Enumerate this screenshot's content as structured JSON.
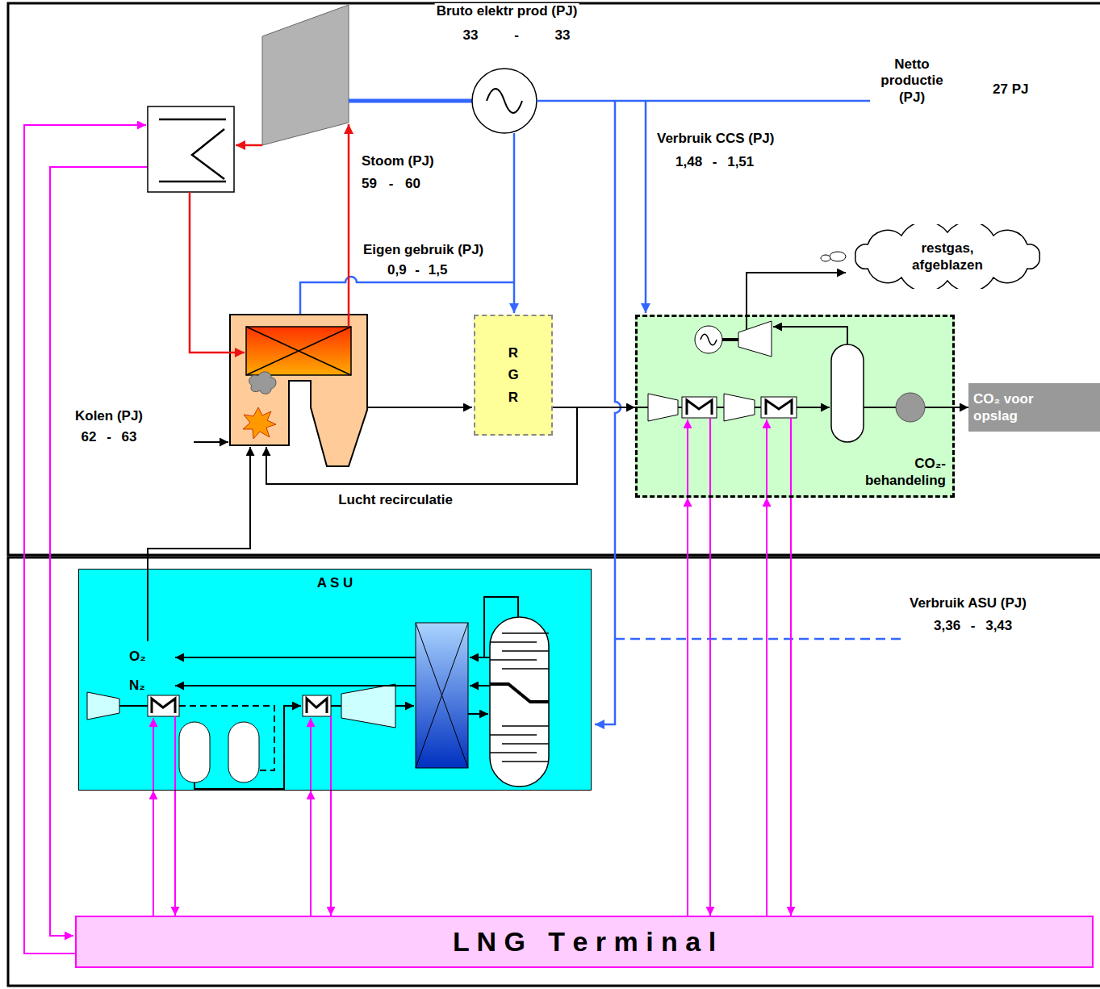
{
  "diagram": {
    "nodes": [
      {
        "text": [
          "R G R"
        ]
      },
      {
        "text": [
          "restgas, afgeblazen"
        ]
      },
      {
        "text": [
          "CO₂-behandeling"
        ]
      },
      {
        "text": [
          "CO₂ voor opslag"
        ]
      },
      {
        "text": [
          "A S U"
        ]
      },
      {
        "text": [
          "L N G   T e r m i n a l"
        ]
      }
    ],
    "edges": [
      {
        "from": 0,
        "to": 2,
        "arrow": "to"
      },
      {
        "from": 2,
        "to": 1,
        "arrow": "to"
      },
      {
        "from": 2,
        "to": 3,
        "arrow": "to"
      },
      {
        "from": 5,
        "to": 4,
        "arrow": "to"
      },
      {
        "from": 4,
        "to": 5,
        "arrow": "to"
      },
      {
        "from": 5,
        "to": 4,
        "arrow": "to"
      },
      {
        "from": 4,
        "to": 5,
        "arrow": "to"
      },
      {
        "from": 5,
        "to": 2,
        "arrow": "to"
      },
      {
        "from": 2,
        "to": 5,
        "arrow": "to"
      },
      {
        "from": 5,
        "to": 2,
        "arrow": "to"
      },
      {
        "from": 2,
        "to": 5,
        "arrow": "to"
      }
    ],
    "labels": [
      "Bruto elektr prod (PJ)",
      "33 - 33",
      "Netto productie (PJ)",
      "27 PJ",
      "Verbruik CCS (PJ)",
      "1,48 - 1,51",
      "Stoom (PJ)",
      "59 - 60",
      "Eigen gebruik (PJ)",
      "0,9 - 1,5",
      "Kolen (PJ)",
      "62 - 63",
      "Lucht recirculatie",
      "O₂",
      "N₂",
      "Verbruik ASU (PJ)",
      "3,36 - 3,43"
    ]
  }
}
